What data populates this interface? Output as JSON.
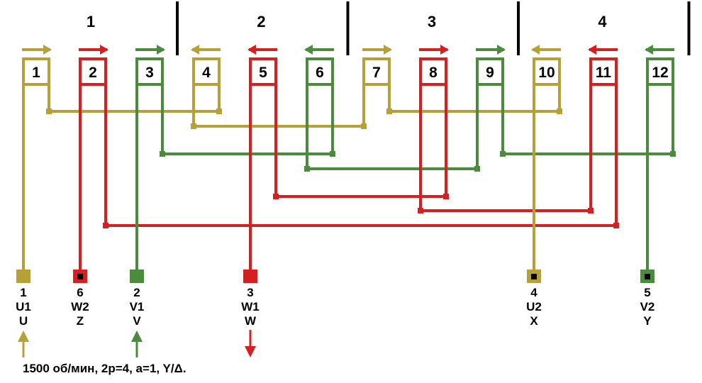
{
  "colors": {
    "U": "#b8a038",
    "V": "#4a8c3c",
    "W": "#d42020",
    "divider": "#000000"
  },
  "groups": [
    "1",
    "2",
    "3",
    "4"
  ],
  "slots": [
    {
      "label": "1",
      "phase": "U",
      "dir": "right"
    },
    {
      "label": "2",
      "phase": "W",
      "dir": "right"
    },
    {
      "label": "3",
      "phase": "V",
      "dir": "right"
    },
    {
      "label": "4",
      "phase": "U",
      "dir": "left"
    },
    {
      "label": "5",
      "phase": "W",
      "dir": "left"
    },
    {
      "label": "6",
      "phase": "V",
      "dir": "left"
    },
    {
      "label": "7",
      "phase": "U",
      "dir": "right"
    },
    {
      "label": "8",
      "phase": "W",
      "dir": "right"
    },
    {
      "label": "9",
      "phase": "V",
      "dir": "right"
    },
    {
      "label": "10",
      "phase": "U",
      "dir": "left"
    },
    {
      "label": "11",
      "phase": "W",
      "dir": "left"
    },
    {
      "label": "12",
      "phase": "V",
      "dir": "left"
    }
  ],
  "terminals": [
    {
      "num": "1",
      "name": "U1",
      "alt": "U",
      "phase": "U",
      "slot": 1,
      "marked": false,
      "arrow": "up"
    },
    {
      "num": "6",
      "name": "W2",
      "alt": "Z",
      "phase": "W",
      "slot": 2,
      "marked": true,
      "arrow": ""
    },
    {
      "num": "2",
      "name": "V1",
      "alt": "V",
      "phase": "V",
      "slot": 3,
      "marked": false,
      "arrow": "up"
    },
    {
      "num": "3",
      "name": "W1",
      "alt": "W",
      "phase": "W",
      "slot": 5,
      "marked": false,
      "arrow": "down"
    },
    {
      "num": "4",
      "name": "U2",
      "alt": "X",
      "phase": "U",
      "slot": 10,
      "marked": true,
      "arrow": ""
    },
    {
      "num": "5",
      "name": "V2",
      "alt": "Y",
      "phase": "V",
      "slot": 12,
      "marked": true,
      "arrow": ""
    }
  ],
  "connections": [
    {
      "phase": "U",
      "from": [
        1,
        "R"
      ],
      "to": [
        4,
        "R"
      ]
    },
    {
      "phase": "U",
      "from": [
        4,
        "L"
      ],
      "to": [
        7,
        "L"
      ]
    },
    {
      "phase": "U",
      "from": [
        7,
        "R"
      ],
      "to": [
        10,
        "R"
      ]
    },
    {
      "phase": "V",
      "from": [
        3,
        "R"
      ],
      "to": [
        6,
        "R"
      ]
    },
    {
      "phase": "V",
      "from": [
        6,
        "L"
      ],
      "to": [
        9,
        "L"
      ]
    },
    {
      "phase": "V",
      "from": [
        9,
        "R"
      ],
      "to": [
        12,
        "R"
      ]
    },
    {
      "phase": "W",
      "from": [
        5,
        "R"
      ],
      "to": [
        8,
        "R"
      ]
    },
    {
      "phase": "W",
      "from": [
        8,
        "L"
      ],
      "to": [
        11,
        "L"
      ]
    },
    {
      "phase": "W",
      "from": [
        11,
        "R"
      ],
      "to": [
        2,
        "R"
      ]
    }
  ],
  "caption": "1500 об/мин, 2p=4, a=1, Y/Δ."
}
